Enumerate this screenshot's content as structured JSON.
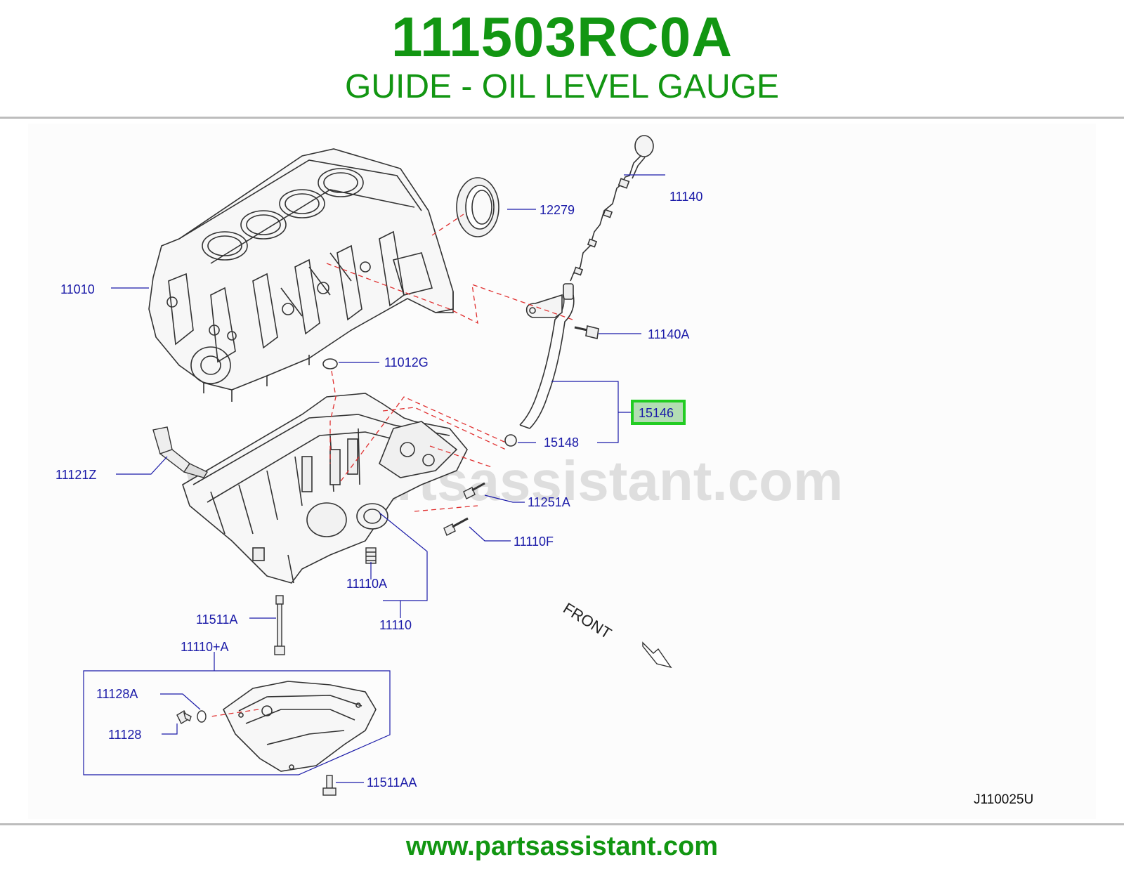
{
  "header": {
    "part_number": "111503RC0A",
    "part_name": "GUIDE - OIL LEVEL GAUGE"
  },
  "diagram": {
    "watermark": "www.partsassistant.com",
    "code": "J110025U",
    "direction_label": "FRONT",
    "highlight_color": "#22cc22",
    "callout_color": "#1a1aa8",
    "callouts": {
      "c11140": "11140",
      "c12279": "12279",
      "c11010": "11010",
      "c11140A": "11140A",
      "c11012G": "11012G",
      "c15146": "15146",
      "c15148": "15148",
      "c11121Z": "11121Z",
      "c11251A": "11251A",
      "c11110F": "11110F",
      "c11110A": "11110A",
      "c11110": "11110",
      "c11511A": "11511A",
      "c11110plusA": "11110+A",
      "c11128A": "11128A",
      "c11128": "11128",
      "c11511AA": "11511AA"
    }
  },
  "footer": {
    "url": "www.partsassistant.com"
  },
  "colors": {
    "brand_green": "#129612",
    "dashed_red": "#e03030"
  }
}
